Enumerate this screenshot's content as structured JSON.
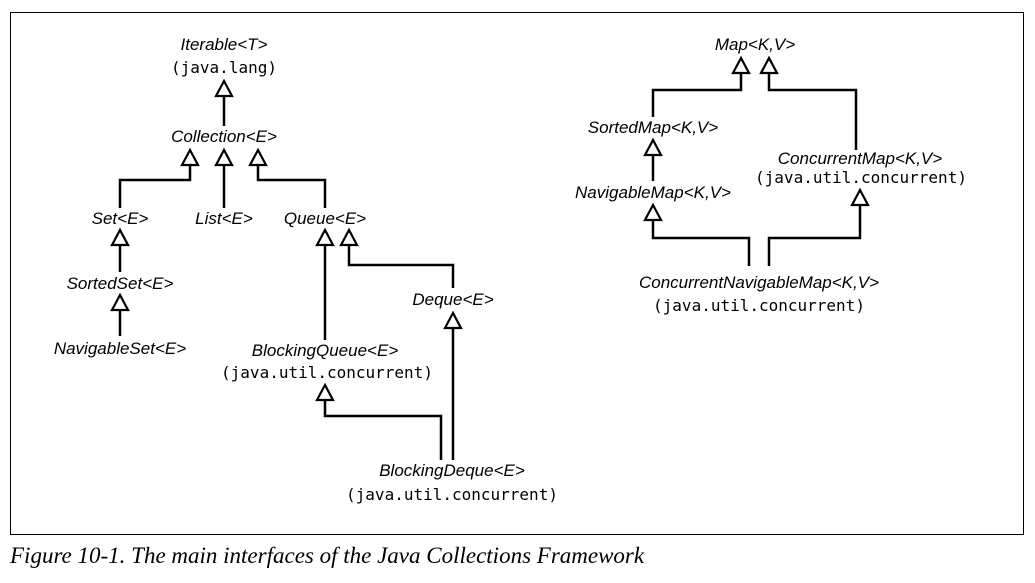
{
  "caption": "Figure 10-1. The main interfaces of the Java Collections Framework",
  "nodes": {
    "iterable": {
      "name": "Iterable<T>",
      "package": "(java.lang)"
    },
    "collection": {
      "name": "Collection<E>"
    },
    "set": {
      "name": "Set<E>"
    },
    "list": {
      "name": "List<E>"
    },
    "queue": {
      "name": "Queue<E>"
    },
    "sortedset": {
      "name": "SortedSet<E>"
    },
    "navigableset": {
      "name": "NavigableSet<E>"
    },
    "deque": {
      "name": "Deque<E>"
    },
    "blockingqueue": {
      "name": "BlockingQueue<E>",
      "package": "(java.util.concurrent)"
    },
    "blockingdeque": {
      "name": "BlockingDeque<E>",
      "package": "(java.util.concurrent)"
    },
    "map": {
      "name": "Map<K,V>"
    },
    "sortedmap": {
      "name": "SortedMap<K,V>"
    },
    "navigablemap": {
      "name": "NavigableMap<K,V>"
    },
    "concurrentmap": {
      "name": "ConcurrentMap<K,V>",
      "package": "(java.util.concurrent)"
    },
    "concurrentnavigablemap": {
      "name": "ConcurrentNavigableMap<K,V>",
      "package": "(java.util.concurrent)"
    }
  }
}
